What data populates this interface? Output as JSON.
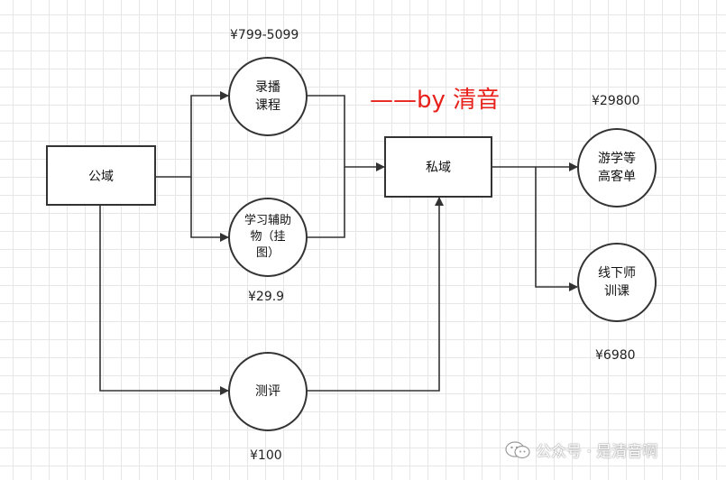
{
  "nodes": {
    "public": "公域",
    "recorded": "录播\n课程",
    "aid": "学习辅助\n物（挂\n图）",
    "eval": "测评",
    "private": "私域",
    "study_tour": "游学等\n高客单",
    "offline": "线下师\n训课"
  },
  "prices": {
    "recorded": "¥799-5099",
    "aid": "¥29.9",
    "eval": "¥100",
    "study_tour": "¥29800",
    "offline": "¥6980"
  },
  "byline": "——by 清音",
  "watermark": "公众号 · 是清音啊",
  "colors": {
    "line": "#333333",
    "grid": "#e6e6e6",
    "byline": "#e8211b"
  },
  "icons": {
    "watermark": "wechat-icon"
  }
}
